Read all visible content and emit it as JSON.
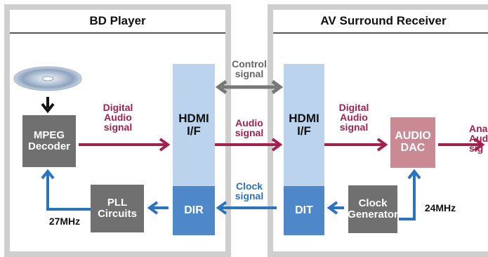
{
  "panels": {
    "bd_player": {
      "title": "BD Player"
    },
    "av_receiver": {
      "title": "AV Surround Receiver"
    }
  },
  "blocks": {
    "mpeg_decoder": "MPEG\nDecoder",
    "pll_circuits": "PLL\nCircuits",
    "hdmi_left": "HDMI\nI/F",
    "dir": "DIR",
    "hdmi_right": "HDMI\nI/F",
    "dit": "DIT",
    "clock_generator": "Clock\nGenerator",
    "audio_dac": "AUDIO\nDAC"
  },
  "labels": {
    "control_signal": "Control\nsignal",
    "digital_audio_left": "Digital\nAudio\nsignal",
    "audio_signal": "Audio\nsignal",
    "digital_audio_right": "Digital\nAudio\nsignal",
    "clock_signal": "Clock\nsignal",
    "analog_audio": "Ana\nAud\nsig",
    "freq_27": "27MHz",
    "freq_24": "24MHz"
  },
  "colors": {
    "panel_border": "#cfcfcf",
    "gray_block": "#707070",
    "hdmi_block": "#bcd3ee",
    "dir_dit_block": "#4f88c9",
    "dac_block": "#c98a94",
    "audio_arrow": "#a3204f",
    "clock_arrow": "#2a73bd",
    "control_arrow": "#777777"
  },
  "icons": {
    "disc": "optical-disc-icon"
  }
}
